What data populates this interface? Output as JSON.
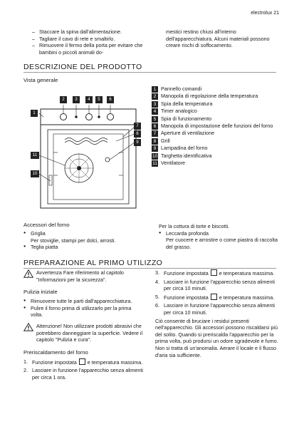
{
  "header": {
    "brand": "electrolux",
    "page": "21"
  },
  "top_left_items": [
    "Staccare la spina dall'alimentazione.",
    "Tagliare il cavo di rete e smaltirlo.",
    "Rimuovere il fermo della porta per evitare che bambini o piccoli animali do-"
  ],
  "top_right_text": "mestici restino chiusi all'interno dell'apparecchiatura. Alcuni materiali possono creare rischi di soffocamento.",
  "section1": {
    "title": "DESCRIZIONE DEL PRODOTTO",
    "subtitle": "Vista generale",
    "callouts": [
      "1",
      "2",
      "3",
      "4",
      "5",
      "6",
      "7",
      "8",
      "9",
      "10",
      "11"
    ],
    "parts": [
      {
        "n": "1",
        "label": "Pannello comandi"
      },
      {
        "n": "2",
        "label": "Manopola di regolazione della temperatura"
      },
      {
        "n": "3",
        "label": "Spia della temperatura"
      },
      {
        "n": "4",
        "label": "Timer analogico"
      },
      {
        "n": "5",
        "label": "Spia di funzionamento"
      },
      {
        "n": "6",
        "label": "Manopola di impostazione delle funzioni del forno"
      },
      {
        "n": "7",
        "label": "Aperture di ventilazione"
      },
      {
        "n": "8",
        "label": "Grill"
      },
      {
        "n": "9",
        "label": "Lampadina del forno"
      },
      {
        "n": "10",
        "label": "Targhetta identificativa"
      },
      {
        "n": "11",
        "label": "Ventilatore"
      }
    ],
    "accessories_title": "Accessori del forno",
    "accessories": [
      {
        "name": "Griglia",
        "desc": "Per stoviglie, stampi per dolci, arrosti."
      },
      {
        "name": "Teglia piatta",
        "desc": ""
      }
    ],
    "accessories_right": [
      {
        "name": "",
        "desc": "Per la cottura di torte e biscotti."
      },
      {
        "name": "Leccarda profonda",
        "desc": "Per cuocere e arrostire o come piastra di raccolta del grasso."
      }
    ]
  },
  "section2": {
    "title": "PREPARAZIONE AL PRIMO UTILIZZO",
    "warning1": "Avvertenza Fare riferimento al capitolo \"Informazioni per la sicurezza\".",
    "cleaning_title": "Pulizia iniziale",
    "cleaning_items": [
      "Rimuovere tutte le parti dall'apparecchiatura.",
      "Pulire il forno prima di utilizzarlo per la prima volta."
    ],
    "warning2": "Attenzione! Non utilizzare prodotti abrasivi che potrebbero danneggiare la superficie. Vedere il capitolo \"Pulizia e cura\".",
    "preheat_title": "Preriscaldamento del forno",
    "steps_left": [
      {
        "n": "1.",
        "pre": "Funzione impostata",
        "post": "e temperatura massima."
      },
      {
        "n": "2.",
        "pre": "Lasciare in funzione l'apparecchio senza alimenti per circa 1 ora.",
        "post": ""
      }
    ],
    "steps_right": [
      {
        "n": "3.",
        "pre": "Funzione impostata",
        "post": "e temperatura massima."
      },
      {
        "n": "4.",
        "pre": "Lasciare in funzione l'apparecchio senza alimenti per circa 10 minuti.",
        "post": ""
      },
      {
        "n": "5.",
        "pre": "Funzione impostata",
        "post": "e temperatura massima."
      },
      {
        "n": "6.",
        "pre": "Lasciare in funzione l'apparecchio senza alimenti per circa 10 minuti.",
        "post": ""
      }
    ],
    "right_para": "Ciò consente di bruciare i residui presenti nell'apparecchio. Gli accessori possono riscaldarsi più del solito. Quando si preriscalda l'apparecchio per la prima volta, può prodursi un odore sgradevole e fumo. Non si tratta di un'anomalia. Aerare il locale e il flusso d'aria sia sufficiente."
  }
}
